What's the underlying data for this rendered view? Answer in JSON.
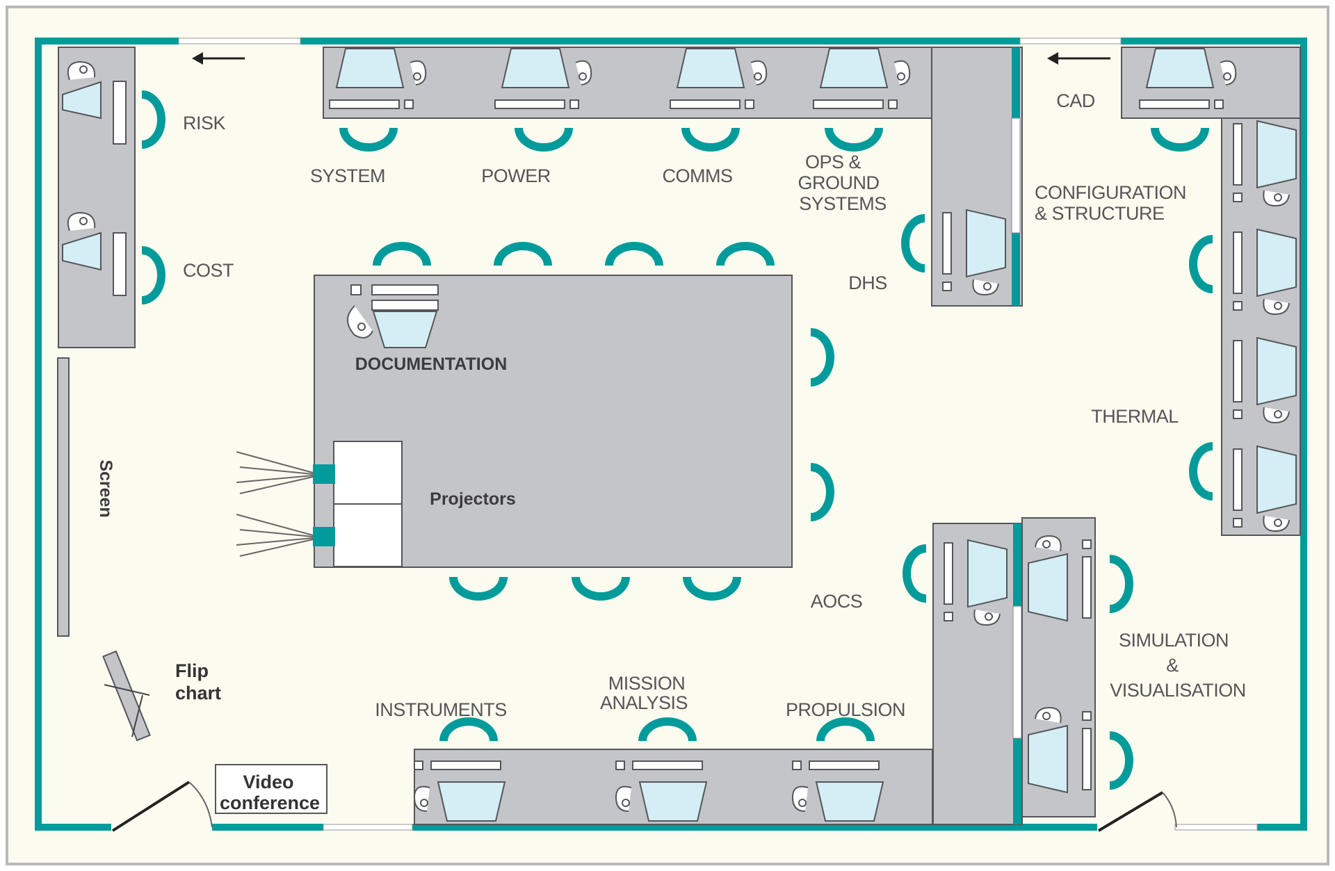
{
  "labels": {
    "risk": "RISK",
    "cost": "COST",
    "system": "SYSTEM",
    "power": "POWER",
    "comms": "COMMS",
    "ops_line1": "OPS &",
    "ops_line2": "GROUND",
    "ops_line3": "SYSTEMS",
    "cad": "CAD",
    "config_line1": "CONFIGURATION",
    "config_line2": "& STRUCTURE",
    "dhs": "DHS",
    "documentation": "DOCUMENTATION",
    "projectors": "Projectors",
    "screen": "Screen",
    "thermal": "THERMAL",
    "aocs": "AOCS",
    "simulation_line1": "SIMULATION",
    "simulation_line2": "&",
    "simulation_line3": "VISUALISATION",
    "flip_line1": "Flip",
    "flip_line2": "chart",
    "video_line1": "Video",
    "video_line2": "conference",
    "instruments": "INSTRUMENTS",
    "mission_line1": "MISSION",
    "mission_line2": "ANALYSIS",
    "propulsion": "PROPULSION"
  },
  "colors": {
    "wall": "#009b9a",
    "floor": "#fbfbef",
    "desk": "#c4c5c8",
    "screen_fill": "#d4eef5",
    "chair": "#009b9a",
    "outline": "#55565a"
  }
}
